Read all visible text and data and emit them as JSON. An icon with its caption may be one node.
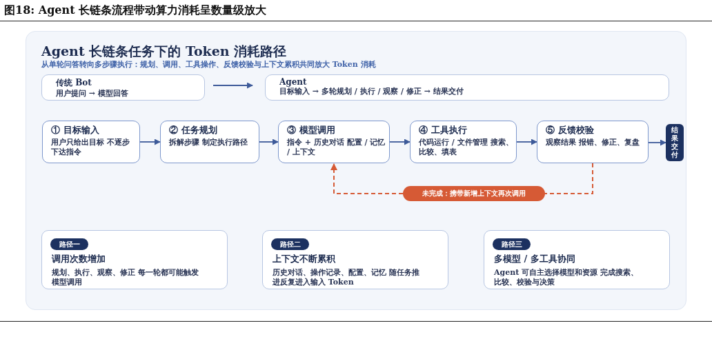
{
  "diagram": {
    "title": "图18:  Agent 长链条流程带动算力消耗呈数量级放大",
    "nodes": [
      {
        "text": [
          "传统 Bot",
          "用户提问 → 模型回答"
        ]
      },
      {
        "text": [
          "Agent",
          "目标输入 → 多轮规划 / 执行 / 观察 / 修正 → 结果交付"
        ]
      },
      {
        "text": [
          "① 目标输入",
          "用户只给出目标 不逐步下达指令"
        ]
      },
      {
        "text": [
          "② 任务规划",
          "拆解步骤 制定执行路径"
        ]
      },
      {
        "text": [
          "③ 模型调用",
          "指令 + 历史对话 配置 / 记忆 / 上下文"
        ]
      },
      {
        "text": [
          "④ 工具执行",
          "代码运行 / 文件管理 搜索、比较、填表"
        ]
      },
      {
        "text": [
          "⑤ 反馈校验",
          "观察结果 报错、修正、复盘"
        ]
      },
      {
        "text": [
          "结果交付"
        ]
      },
      {
        "text": [
          "未完成：携带新增上下文再次调用"
        ]
      },
      {
        "text": [
          "调用次数增加",
          "规划、执行、观察、修正 每一轮都可能触发模型调用"
        ]
      },
      {
        "text": [
          "路径一"
        ],
        "in": 9
      },
      {
        "text": [
          "上下文不断累积",
          "历史对话、操作记录、配置、记忆 随任务推进反复进入输入 Token"
        ]
      },
      {
        "text": [
          "路径二"
        ],
        "in": 11
      },
      {
        "text": [
          "多模型 / 多工具协同",
          "Agent 可自主选择模型和资源 完成搜索、比较、校验与决策"
        ]
      },
      {
        "text": [
          "路径三"
        ],
        "in": 13
      }
    ],
    "edges": [
      {
        "from": 0,
        "to": 1,
        "arrow": "to"
      },
      {
        "from": 2,
        "to": 3,
        "arrow": "to"
      },
      {
        "from": 3,
        "to": 4,
        "arrow": "to"
      },
      {
        "from": 4,
        "to": 5,
        "arrow": "to"
      },
      {
        "from": 5,
        "to": 6,
        "arrow": "to"
      },
      {
        "from": 6,
        "to": 7,
        "arrow": "to"
      },
      {
        "from": 6,
        "to": 8,
        "arrow": "none",
        "style": "dashed",
        "color": "#d65a35"
      },
      {
        "from": 8,
        "to": 4,
        "arrow": "to",
        "style": "dashed",
        "color": "#d65a35"
      }
    ],
    "labels": [
      "Agent 长链条任务下的 Token 消耗路径",
      "从单轮问答转向多步骤执行：规划、调用、工具操作、反馈校验与上下文累积共同放大 Token 消耗"
    ]
  }
}
